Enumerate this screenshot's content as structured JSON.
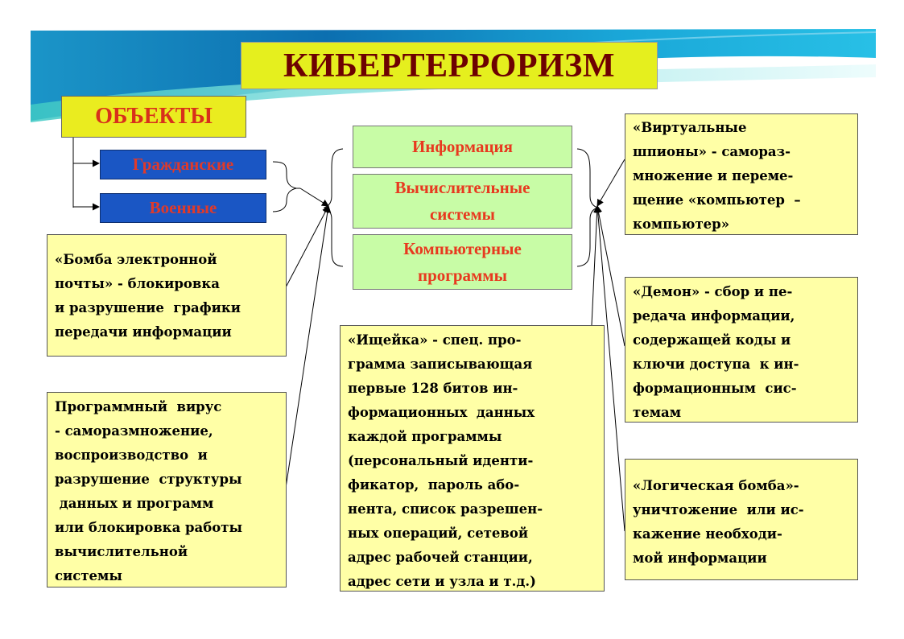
{
  "title": "КИБЕРТЕРРОРИЗМ",
  "objects": {
    "label": "ОБЪЕКТЫ",
    "items": [
      "Гражданские",
      "Военные"
    ]
  },
  "targets": [
    [
      "Информация"
    ],
    [
      "Вычислительные",
      "системы"
    ],
    [
      "Компьютерные",
      "программы"
    ]
  ],
  "methods": {
    "mail_bomb": [
      "«Бомба электронной",
      "почты» - блокировка",
      "и разрушение  графики",
      "передачи информации"
    ],
    "virus": [
      "Программный  вирус",
      "- саморазмножение,",
      "воспроизводство  и",
      "разрушение  структуры",
      " данных и программ",
      "или блокировка работы",
      "вычислительной",
      "системы"
    ],
    "sniffer": [
      "«Ищейка» - спец. про-",
      "грамма записывающая",
      "первые 128 битов ин-",
      "формационных  данных",
      "каждой программы",
      "(персональный иденти-",
      "фикатор,  пароль або-",
      "нента, список разрешен-",
      "ных операций, сетевой",
      "адрес рабочей станции,",
      "адрес сети и узла и т.д.)"
    ],
    "spies": [
      "«Виртуальные",
      "шпионы» - самораз-",
      "множение и переме-",
      "щение «компьютер  –",
      "компьютер»"
    ],
    "daemon": [
      "«Демон» - сбор и пе-",
      "редача информации,",
      "содержащей коды и",
      "ключи доступа  к ин-",
      "формационным  сис-",
      "темам"
    ],
    "logic_bomb": [
      "«Логическая бомба»-",
      "уничтожение  или ис-",
      "кажение необходи-",
      "мой информации"
    ]
  },
  "colors": {
    "title_bg": "#e5ef1e",
    "title_text": "#6d0101",
    "objects_bg": "#eaec1f",
    "objects_text": "#d8301b",
    "blue_box": "#1a56c4",
    "red_text": "#e03a2a",
    "green_box": "#c8fca6",
    "note_box": "#ffffa6",
    "banner": "#1a9fd0"
  }
}
